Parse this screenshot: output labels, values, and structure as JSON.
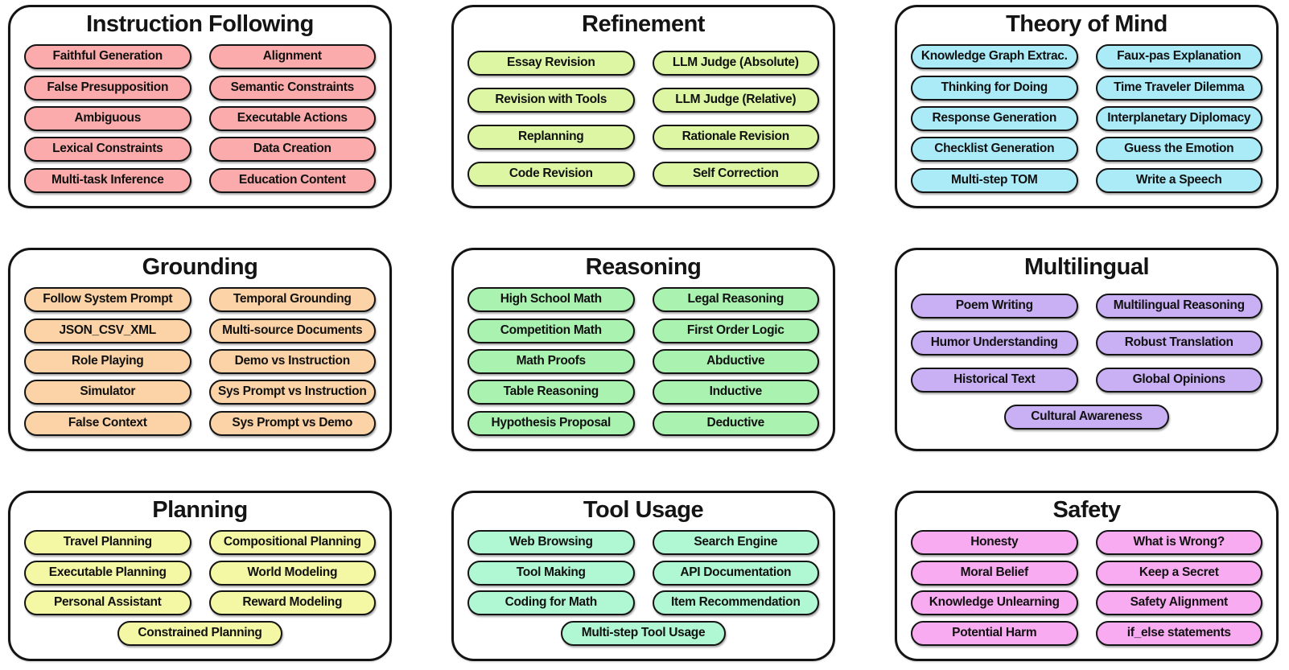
{
  "palette": {
    "background": "#ffffff",
    "outline": "#141414",
    "text": "#111111"
  },
  "categories": [
    {
      "title": "Instruction Following",
      "pill_color": "#FBABAB",
      "center_last": false,
      "pills": [
        "Faithful Generation",
        "Alignment",
        "False Presupposition",
        "Semantic Constraints",
        "Ambiguous",
        "Executable Actions",
        "Lexical Constraints",
        "Data Creation",
        "Multi-task Inference",
        "Education Content"
      ]
    },
    {
      "title": "Refinement",
      "pill_color": "#DCF6A3",
      "center_last": false,
      "pills": [
        "Essay Revision",
        "LLM Judge (Absolute)",
        "Revision with Tools",
        "LLM Judge (Relative)",
        "Replanning",
        "Rationale Revision",
        "Code Revision",
        "Self Correction"
      ]
    },
    {
      "title": "Theory of Mind",
      "pill_color": "#ABEBF8",
      "center_last": false,
      "pills": [
        "Knowledge Graph Extrac.",
        "Faux-pas Explanation",
        "Thinking for Doing",
        "Time Traveler Dilemma",
        "Response Generation",
        "Interplanetary Diplomacy",
        "Checklist Generation",
        "Guess the Emotion",
        "Multi-step TOM",
        "Write a Speech"
      ]
    },
    {
      "title": "Grounding",
      "pill_color": "#FBD3A6",
      "center_last": false,
      "pills": [
        "Follow System Prompt",
        "Temporal Grounding",
        "JSON_CSV_XML",
        "Multi-source Documents",
        "Role Playing",
        "Demo vs Instruction",
        "Simulator",
        "Sys Prompt vs Instruction",
        "False Context",
        "Sys Prompt vs Demo"
      ]
    },
    {
      "title": "Reasoning",
      "pill_color": "#A9F2B0",
      "center_last": false,
      "pills": [
        "High School Math",
        "Legal Reasoning",
        "Competition Math",
        "First Order Logic",
        "Math Proofs",
        "Abductive",
        "Table Reasoning",
        "Inductive",
        "Hypothesis Proposal",
        "Deductive"
      ]
    },
    {
      "title": "Multilingual",
      "pill_color": "#C9AFF4",
      "center_last": true,
      "pills": [
        "Poem Writing",
        "Multilingual Reasoning",
        "Humor Understanding",
        "Robust Translation",
        "Historical Text",
        "Global Opinions",
        "Cultural Awareness"
      ]
    },
    {
      "title": "Planning",
      "pill_color": "#F4F7A4",
      "center_last": true,
      "pills": [
        "Travel Planning",
        "Compositional Planning",
        "Executable Planning",
        "World Modeling",
        "Personal Assistant",
        "Reward Modeling",
        "Constrained Planning"
      ]
    },
    {
      "title": "Tool Usage",
      "pill_color": "#B0F7D3",
      "center_last": true,
      "pills": [
        "Web Browsing",
        "Search Engine",
        "Tool Making",
        "API Documentation",
        "Coding for Math",
        "Item Recommendation",
        "Multi-step Tool Usage"
      ]
    },
    {
      "title": "Safety",
      "pill_color": "#F9ABF2",
      "center_last": false,
      "pills": [
        "Honesty",
        "What is Wrong?",
        "Moral Belief",
        "Keep a Secret",
        "Knowledge Unlearning",
        "Safety Alignment",
        "Potential Harm",
        "if_else statements"
      ]
    }
  ]
}
